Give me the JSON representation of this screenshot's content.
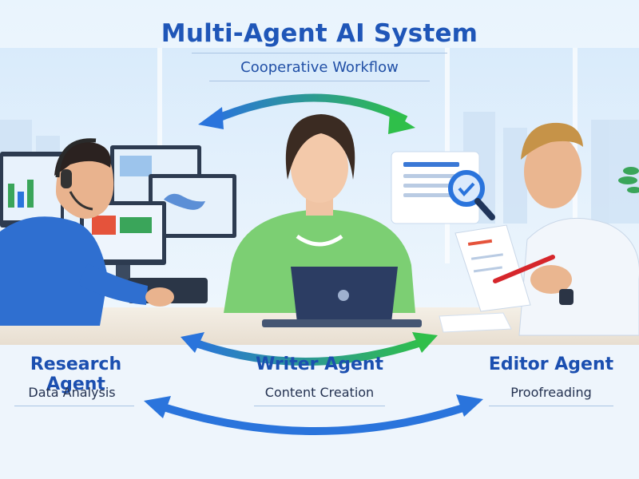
{
  "header": {
    "title": "Multi-Agent AI System",
    "subtitle": "Cooperative Workflow"
  },
  "agents": [
    {
      "name": "Research Agent",
      "role": "Data Analysis"
    },
    {
      "name": "Writer Agent",
      "role": "Content Creation"
    },
    {
      "name": "Editor Agent",
      "role": "Proofreading"
    }
  ],
  "colors": {
    "title": "#1f56b8",
    "arrow_blue": "#2a74dc",
    "arrow_green": "#2fbf4a",
    "research_shirt": "#2f6fd0",
    "writer_sweater": "#7ccf73",
    "editor_shirt": "#f2f6fb"
  },
  "icons": [
    "headset-icon",
    "laptop-icon",
    "magnifier-check-icon",
    "red-pen-icon",
    "cycle-arrow-icon"
  ]
}
